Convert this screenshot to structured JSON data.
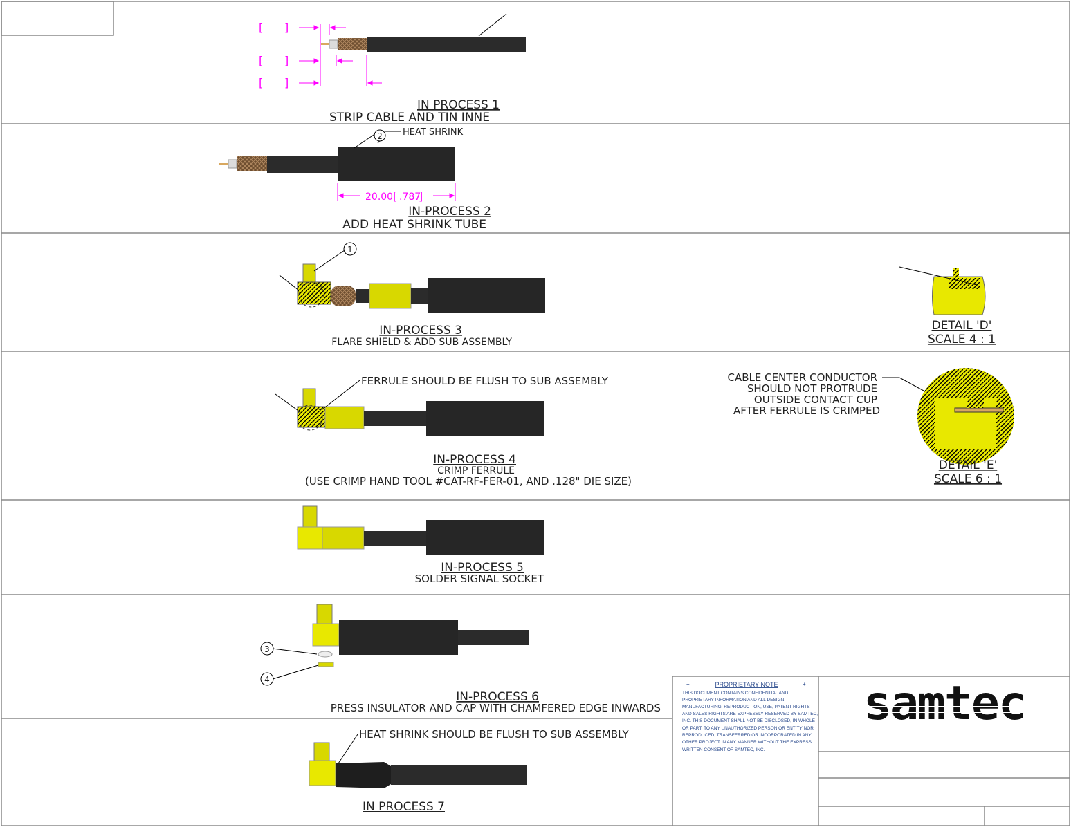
{
  "brand": {
    "logo_text": "samtec"
  },
  "steps": [
    {
      "title": "IN PROCESS 1",
      "subtitle": "STRIP CABLE AND TIN INNE"
    },
    {
      "title": "IN-PROCESS 2",
      "subtitle": "ADD HEAT SHRINK TUBE"
    },
    {
      "title": "IN-PROCESS 3",
      "subtitle": "FLARE SHIELD & ADD SUB ASSEMBLY"
    },
    {
      "title": "IN-PROCESS 4",
      "subtitle": "CRIMP FERRULE",
      "subtitle2": "(USE CRIMP HAND TOOL #CAT-RF-FER-01, AND .128\" DIE SIZE)"
    },
    {
      "title": "IN-PROCESS 5",
      "subtitle": "SOLDER SIGNAL SOCKET"
    },
    {
      "title": "IN-PROCESS 6",
      "subtitle": "PRESS INSULATOR AND CAP WITH CHAMFERED EDGE INWARDS"
    },
    {
      "title": "IN PROCESS 7"
    }
  ],
  "callouts": {
    "heat_shrink": "HEAT SHRINK",
    "heat_shrink_dim_mm": "20.00",
    "heat_shrink_dim_in": ".787",
    "ferrule_flush": "FERRULE SHOULD BE FLUSH TO SUB ASSEMBLY",
    "center_conductor": [
      "CABLE CENTER CONDUCTOR",
      "SHOULD NOT PROTRUDE",
      "OUTSIDE CONTACT CUP",
      "AFTER FERRULE IS CRIMPED"
    ],
    "heat_shrink_flush": "HEAT SHRINK SHOULD BE FLUSH TO SUB ASSEMBLY",
    "balloons": [
      "1",
      "2",
      "3",
      "4"
    ],
    "bracket_open": "[",
    "bracket_close": "]"
  },
  "details": [
    {
      "title": "DETAIL 'D'",
      "scale": "SCALE 4 : 1"
    },
    {
      "title": "DETAIL 'E'",
      "scale": "SCALE 6 : 1"
    }
  ],
  "proprietary": {
    "heading": "PROPRIETARY NOTE",
    "bullet": "+",
    "lines": [
      "THIS DOCUMENT CONTAINS CONFIDENTIAL AND",
      "PROPRIETARY INFORMATION AND ALL DESIGN,",
      "MANUFACTURING, REPRODUCTION, USE, PATENT RIGHTS",
      "AND SALES RIGHTS ARE EXPRESSLY RESERVED BY SAMTEC,",
      "INC. THIS DOCUMENT SHALL NOT BE DISCLOSED, IN WHOLE",
      "OR PART, TO ANY UNAUTHORIZED PERSON OR ENTITY NOR",
      "REPRODUCED, TRANSFERRED OR INCORPORATED IN ANY",
      "OTHER PROJECT IN ANY MANNER WITHOUT THE EXPRESS",
      "WRITTEN CONSENT OF SAMTEC, INC."
    ]
  },
  "colors": {
    "line": "#6a6a6a",
    "dimension": "#ff00ff",
    "cable": "#2b2b2b",
    "braid": "#7a5a3a",
    "connector": "#e8e800",
    "text": "#222222",
    "note_text": "#2a4a8c"
  }
}
